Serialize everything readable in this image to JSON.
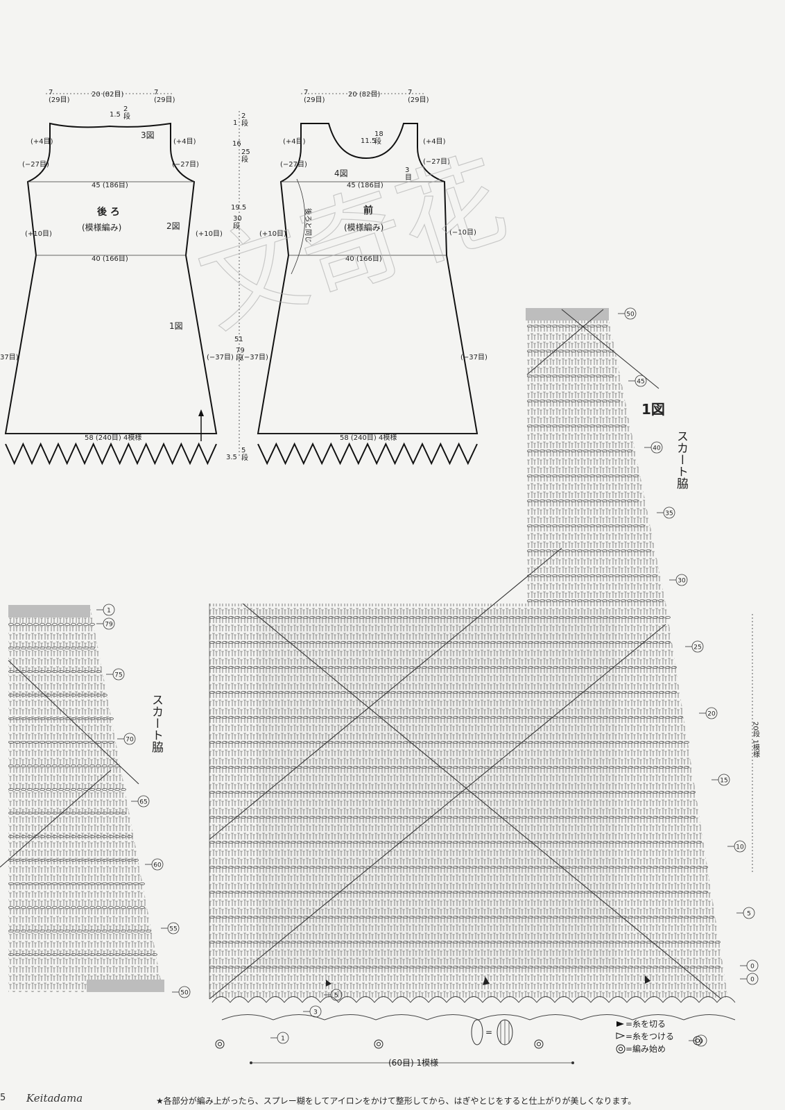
{
  "back": {
    "title": "後 ろ",
    "subtitle": "(模様編み)",
    "top_left": "7\n(29目)",
    "top_mid": "20 (82目)",
    "top_right": "7\n(29目)",
    "neck_h": "1.5",
    "neck_rows": "2\n段",
    "chest": "45 (186目)",
    "waist": "40 (166目)",
    "hem": "58 (240目) 4模様",
    "fig1": "1図",
    "fig2": "2図",
    "fig3": "3図",
    "inc4_l": "(+4目)",
    "inc4_r": "(+4目)",
    "dec27_l": "(−27目)",
    "dec27_r": "(−27目)",
    "inc10_l": "(+10目)",
    "inc10_r": "(+10目)",
    "dec37_l": "37目)",
    "dec37_r": "(−37目)"
  },
  "mid_dims": {
    "d1": "1",
    "d1r": "2\n段",
    "d2": "16",
    "d2r": "25\n段",
    "d3": "19.5",
    "d3r": "30\n段",
    "d4": "51",
    "d4r": "79\n段",
    "d5": "3.5",
    "d5r": "5\n段"
  },
  "front": {
    "title": "前",
    "subtitle": "(模様編み)",
    "top_left": "7\n(29目)",
    "top_mid": "20 (82目)",
    "top_right": "7\n(29目)",
    "neck_h": "11.5",
    "neck_rows": "18\n段",
    "chest": "45 (186目)",
    "waist": "40 (166目)",
    "hem": "58 (240目) 4模様",
    "fig4": "4図",
    "same_as_back": "後ろと同じ",
    "inc4_l": "(+4目)",
    "inc4_r": "(+4目)",
    "dec27_l": "(−27目)",
    "dec27_r": "(−27目)",
    "dec3": "3\n目",
    "inc10_l": "(+10目)",
    "dec10_r": "(−10目)",
    "dec37_l": "(−37目)",
    "dec37_r": "(−37目)"
  },
  "chart_main": {
    "fig": "1図",
    "side": "スカート脇",
    "row_labels": [
      "50",
      "45",
      "40",
      "35",
      "30",
      "25",
      "20",
      "15",
      "10",
      "5",
      "0",
      "0",
      "3",
      "5",
      "1",
      "0"
    ],
    "repeat": "(60目) 1模様",
    "right_dim": "20段 1模様"
  },
  "chart_left": {
    "side": "スカート脇",
    "row_labels": [
      "1",
      "79",
      "75",
      "70",
      "65",
      "60",
      "55",
      "50"
    ]
  },
  "legend": {
    "cut": "=糸を切る",
    "attach": "=糸をつける",
    "start": "=編み始め",
    "eq": "="
  },
  "watermark": "文奇花",
  "footer": {
    "page": "5",
    "brand": "Keitadama",
    "note": "★各部分が編み上がったら、スプレー糊をしてアイロンをかけて整形してから、はぎやとじをすると仕上がりが美しくなります。"
  }
}
